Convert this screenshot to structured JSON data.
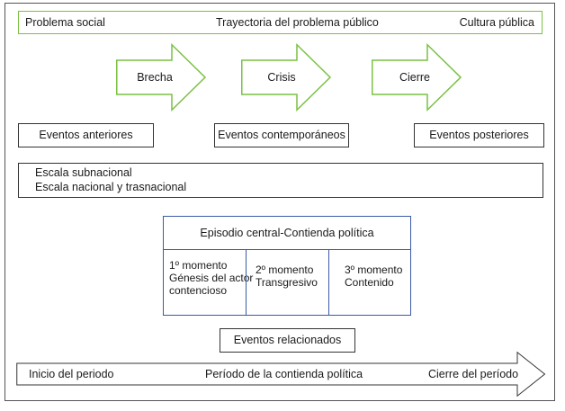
{
  "banner": {
    "left": "Problema social",
    "center": "Trayectoria del problema público",
    "right": "Cultura pública"
  },
  "phases": [
    {
      "label": "Brecha"
    },
    {
      "label": "Crisis"
    },
    {
      "label": "Cierre"
    }
  ],
  "events": {
    "before": "Eventos anteriores",
    "during": "Eventos contemporáneos",
    "after": "Eventos posteriores"
  },
  "scale": {
    "line1": "Escala subnacional",
    "line2": "Escala nacional y trasnacional"
  },
  "episode": {
    "title": "Episodio central-Contienda política",
    "moments": [
      {
        "lines": [
          "1º momento",
          "Génesis del actor",
          "contencioso"
        ]
      },
      {
        "lines": [
          "2º momento",
          "Transgresivo"
        ]
      },
      {
        "lines": [
          "3º momento",
          "Contenido"
        ]
      }
    ]
  },
  "related": "Eventos relacionados",
  "period": {
    "start": "Inicio del periodo",
    "middle": "Período de la contienda política",
    "end": "Cierre del período"
  },
  "colors": {
    "accent_green": "#7ac143",
    "episode_blue": "#3b5aa6",
    "border": "#333333"
  }
}
